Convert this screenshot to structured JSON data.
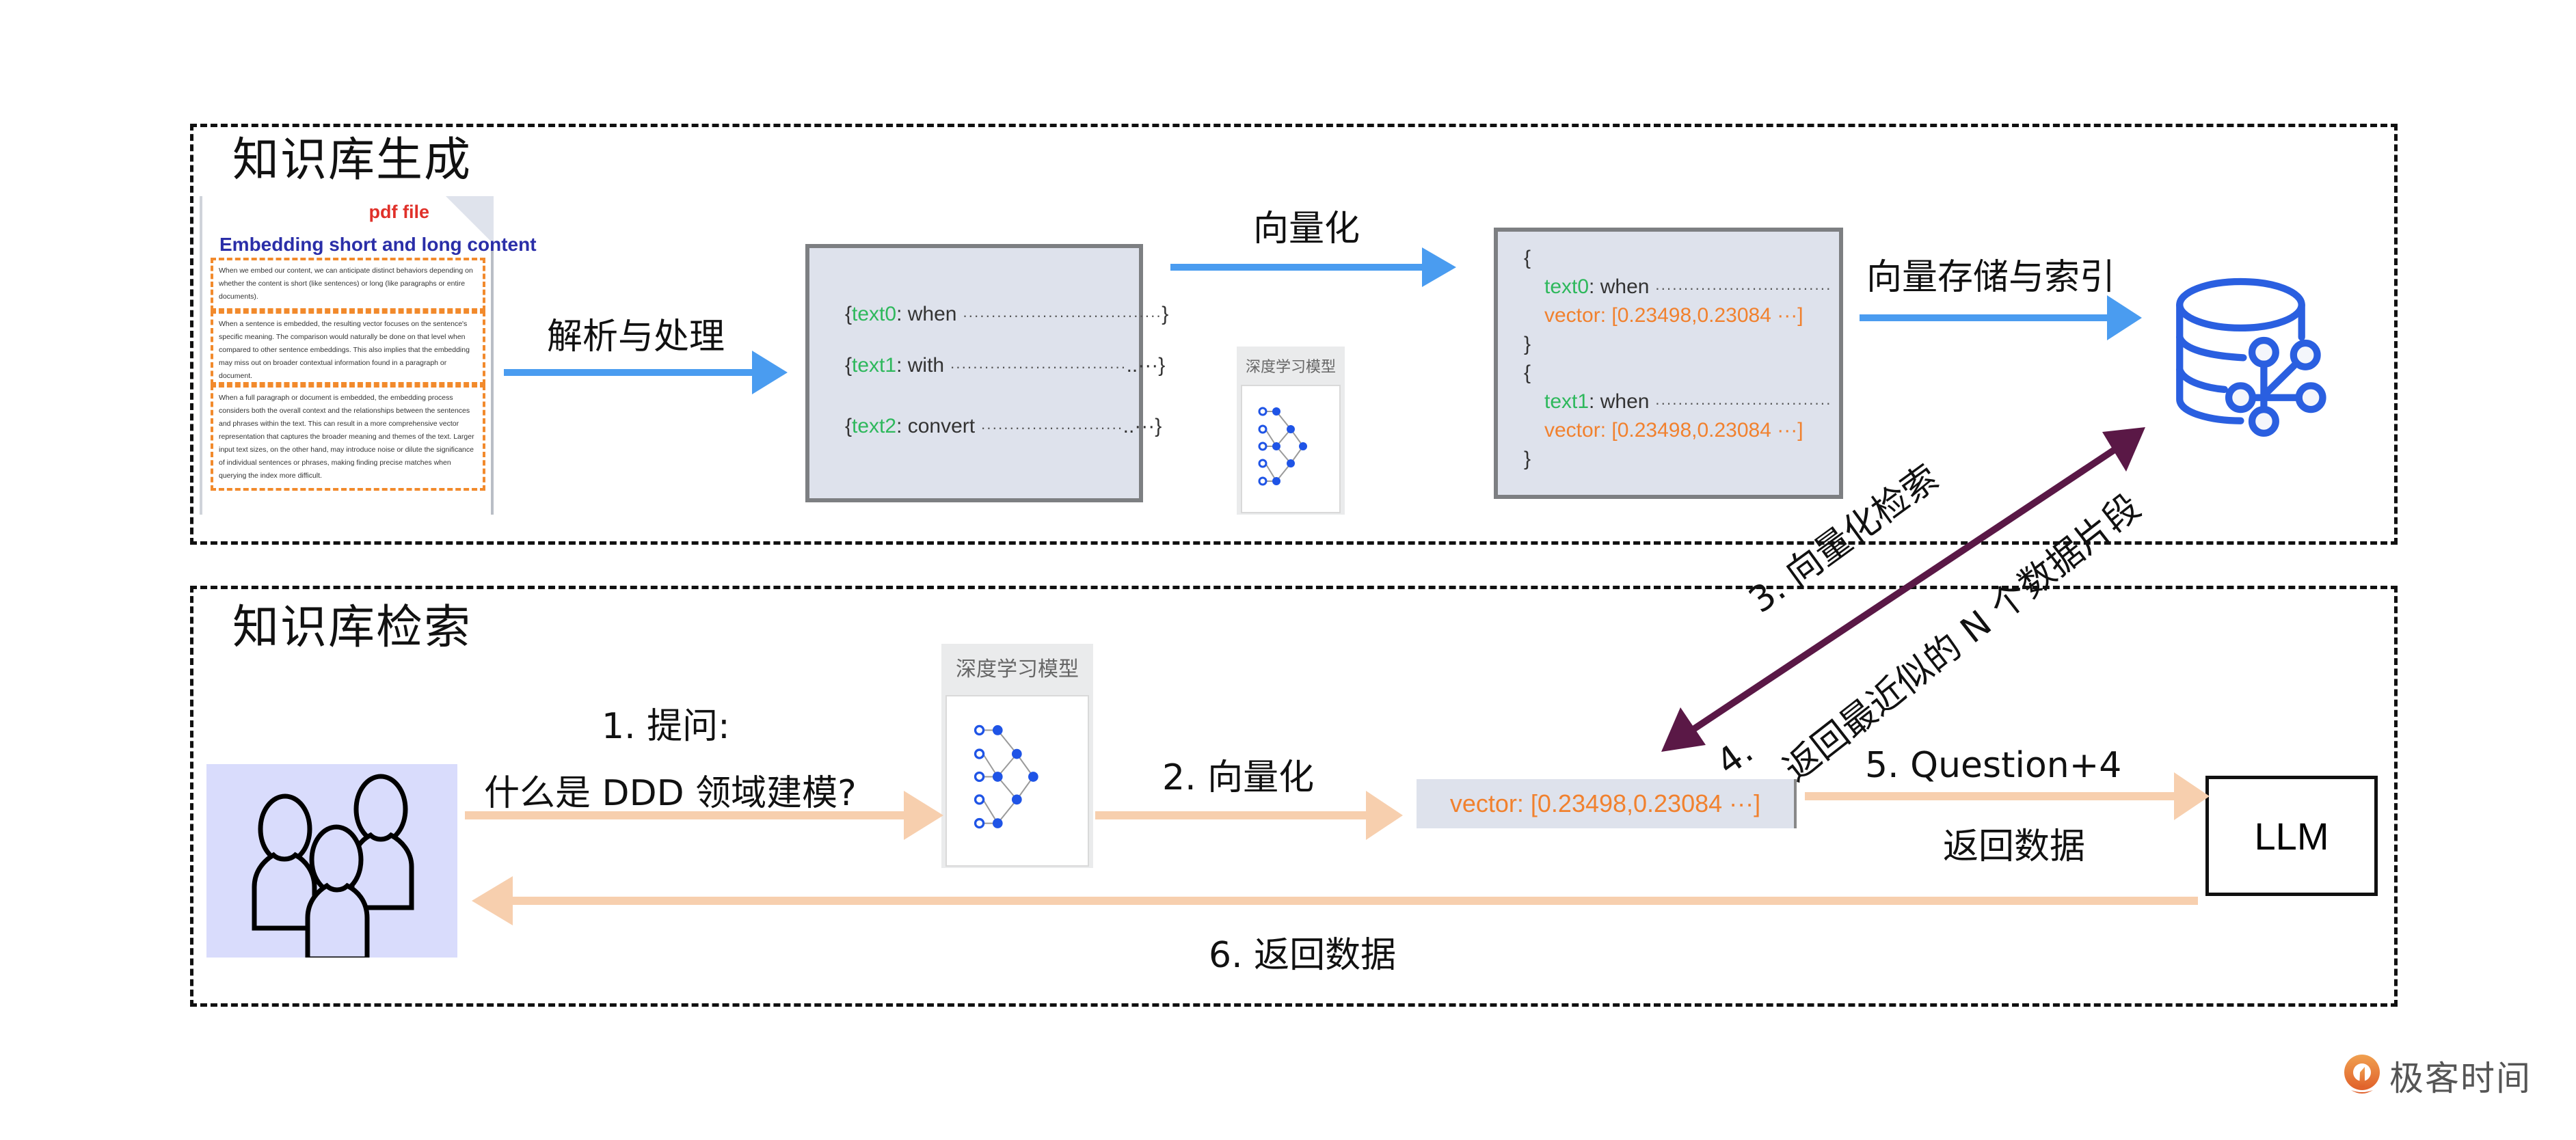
{
  "sections": {
    "generation": {
      "title": "知识库生成"
    },
    "retrieval": {
      "title": "知识库检索"
    }
  },
  "pdf": {
    "tag": "pdf file",
    "title": "Embedding short and long content",
    "paragraphs": [
      "When we embed our content, we can anticipate distinct behaviors depending on whether the content is short (like sentences) or long (like paragraphs or entire documents).",
      "When a sentence is embedded, the resulting vector focuses on the sentence's specific meaning. The comparison would naturally be done on that level when compared to other sentence embeddings. This also implies that the embedding may miss out on broader contextual information found in a paragraph or document.",
      "When a full paragraph or document is embedded, the embedding process considers both the overall context and the relationships between the sentences and phrases within the text. This can result in a more comprehensive vector representation that captures the broader meaning and themes of the text. Larger input text sizes, on the other hand, may introduce noise or dilute the significance of individual sentences or phrases, making finding precise matches when querying the index more difficult."
    ]
  },
  "arrows": {
    "parse": "解析与处理",
    "vectorize_top": "向量化",
    "store_index": "向量存储与索引",
    "step1_line1": "1. 提问:",
    "step1_line2": "什么是 DDD 领域建模?",
    "step2": "2. 向量化",
    "step3": "3. 向量化检索",
    "step4_prefix": "4.",
    "step4": "返回最近似的 N 个数据片段",
    "step5": "5. Question+4",
    "step5_sub": "返回数据",
    "step6": "6. 返回数据"
  },
  "text_chunks": [
    {
      "key": "text0",
      "value": ": when",
      "tail": "}"
    },
    {
      "key": "text1",
      "value": ": with",
      "tail": "..···}"
    },
    {
      "key": "text2",
      "value": ": convert",
      "tail": "..···}"
    }
  ],
  "vector_records": [
    {
      "key": "text0",
      "value": ": when",
      "vector": "vector: [0.23498,0.23084 ···]"
    },
    {
      "key": "text1",
      "value": ": when",
      "vector": "vector: [0.23498,0.23084 ···]"
    }
  ],
  "braces": {
    "open": "{",
    "close": "}",
    "open_short": "{"
  },
  "model": {
    "title": "深度学习模型"
  },
  "query_vector": "vector: [0.23498,0.23084 ···]",
  "llm": {
    "label": "LLM"
  },
  "icons": {
    "database": "database-network-icon",
    "users": "users-group-icon",
    "neural_net": "neural-network-icon"
  },
  "colors": {
    "blue_arrow": "#4a9cf0",
    "peach_arrow": "#f7cfae",
    "purple_arrow": "#5a1846",
    "db_blue": "#2a5fe0",
    "node_blue": "#1f54e6",
    "green": "#2eb85c",
    "orange": "#f1812e"
  },
  "brand": {
    "name": "极客时间"
  }
}
